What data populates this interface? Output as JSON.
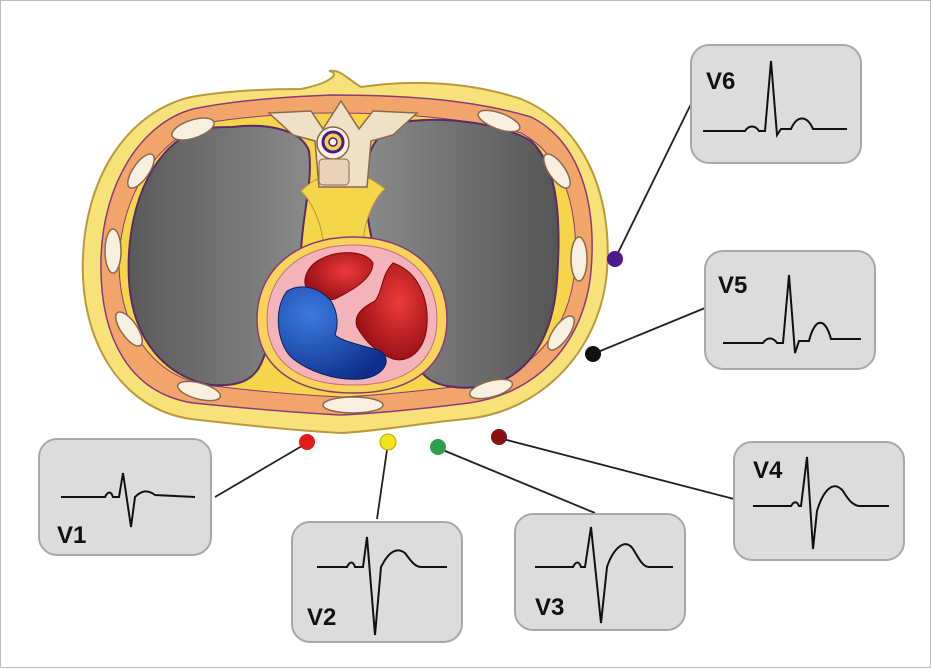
{
  "diagram": {
    "leads": [
      {
        "id": "V1",
        "label": "V1",
        "color": "#e31b1b"
      },
      {
        "id": "V2",
        "label": "V2",
        "color": "#f2e21a"
      },
      {
        "id": "V3",
        "label": "V3",
        "color": "#2e9e4a"
      },
      {
        "id": "V4",
        "label": "V4",
        "color": "#8a1010"
      },
      {
        "id": "V5",
        "label": "V5",
        "color": "#111111"
      },
      {
        "id": "V6",
        "label": "V6",
        "color": "#4b1a8c"
      }
    ],
    "colors": {
      "skin": "#f7e27a",
      "muscle": "#f2a56a",
      "lung": "#6b6b6b",
      "pericardium": "#f4b3b8",
      "ventricle_left": "#c9141c",
      "ventricle_right": "#1a4fb0",
      "panel_fill": "#dcdcdc",
      "panel_border": "#a8a8a8",
      "trace": "#111111"
    }
  }
}
